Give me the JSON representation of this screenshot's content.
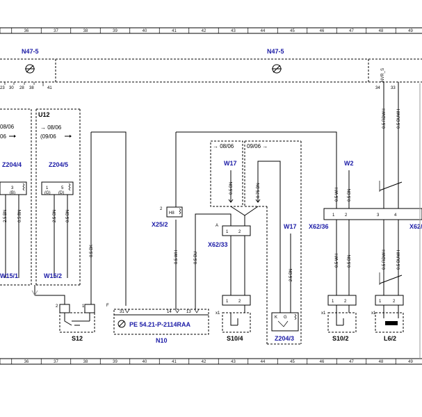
{
  "ruler": {
    "numbers": [
      "36",
      "37",
      "38",
      "39",
      "40",
      "41",
      "42",
      "43",
      "44",
      "45",
      "46",
      "47",
      "48",
      "49"
    ]
  },
  "top_bus": {
    "label_left": "N47-5",
    "label_right": "N47-5",
    "pins_left": [
      "23",
      "30",
      "28",
      "38",
      "41"
    ],
    "pin_34": "34",
    "pin_33": "33",
    "signal_tag": "NVR_S"
  },
  "modules": {
    "u12": "U12",
    "date_0806_left": "08/06",
    "date_06_left": "06",
    "date_0806": "→ 08/06",
    "date_0906": "(09/06",
    "date_0806_b": "→ 08/06",
    "date_0906_b": "09/06 →"
  },
  "components": {
    "z204_4": "Z204/4",
    "z204_5": "Z204/5",
    "w15_1": "W15/1",
    "w15_2": "W15/2",
    "s12": "S12",
    "n10": "N10",
    "n10_ref": "PE 54.21-P-2114RAA",
    "x25_2": "X25/2",
    "x62_33": "X62/33",
    "w17_a": "W17",
    "w17_b": "W17",
    "w2": "W2",
    "x62_36": "X62/36",
    "x62_right": "X62/",
    "s10_4": "S10/4",
    "z204_3": "Z204/3",
    "s10_2": "S10/2",
    "l6_2": "L6/2"
  },
  "wires": {
    "bn": "2.5 BN",
    "bn_05": "0.5 BN",
    "bk": "0.5 BK",
    "wh": "0.5 WH",
    "bu": "0.5 BU",
    "bn_075": "0.75 BN",
    "bn_25": "2.5 BN",
    "rdwh": "0.5 RDWH",
    "buwh": "0.5 BUWH"
  },
  "pins": {
    "p1": "1",
    "p2": "2",
    "p3": "3",
    "p4": "4",
    "p5": "5",
    "p13": "13",
    "p14": "14",
    "p31": "31",
    "h8": "H8",
    "a": "A",
    "f": "F",
    "x1": "x1",
    "k": "K",
    "g": "G",
    "b": "(B)",
    "g_in": "(G)",
    "d": "(D)"
  }
}
